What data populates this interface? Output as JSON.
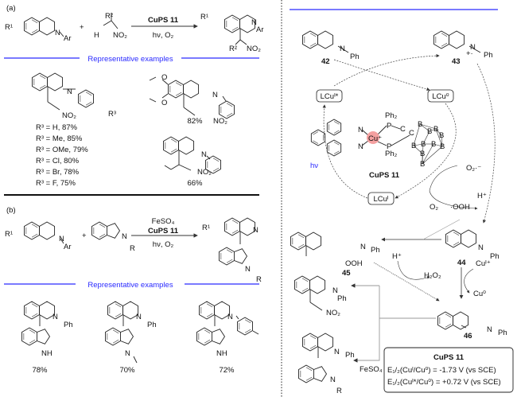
{
  "panel_a": {
    "label": "(a)",
    "reactant_r1": "R¹",
    "reactant_nar": "N",
    "ar": "Ar",
    "plus": "+",
    "nitro_r2": "R²",
    "nitro_h": "H",
    "nitro_no2": "NO₂",
    "catalyst": "CuPS 11",
    "conditions": "hν, O₂",
    "product_r1": "R¹",
    "product_n": "N",
    "product_ar": "Ar",
    "product_r2": "R²",
    "product_no2": "NO₂",
    "examples_header": "Representative examples",
    "example1": {
      "n": "N",
      "no2": "NO₂",
      "r3": "R³"
    },
    "r3_yields": [
      "R³ = H, 87%",
      "R³ = Me, 85%",
      "R³ = OMe, 79%",
      "R³ = Cl, 80%",
      "R³ = Br, 78%",
      "R³  = F, 75%"
    ],
    "example2": {
      "n": "N",
      "no2": "NO₂",
      "o1": "O",
      "o2": "O",
      "yield": "82%"
    },
    "example3": {
      "n": "N",
      "no2": "NO₂",
      "yield": "66%"
    }
  },
  "panel_b": {
    "label": "(b)",
    "reactant_r1": "R¹",
    "n": "N",
    "ar": "Ar",
    "plus": "+",
    "indole_n": "N",
    "indole_r": "R",
    "additive": "FeSO₄",
    "catalyst": "CuPS 11",
    "conditions": "hν, O₂",
    "product_r1": "R¹",
    "product_n": "N",
    "product_ar": "Ar",
    "product_indole_n": "N",
    "product_r": "R",
    "examples_header": "Representative examples",
    "examples": [
      {
        "n": "N",
        "sub": "Ph",
        "indole": "NH",
        "yield": "78%"
      },
      {
        "n": "N",
        "sub": "Ph",
        "indole": "N",
        "yield": "70%"
      },
      {
        "n": "N",
        "sub": "",
        "indole": "NH",
        "yield": "72%"
      }
    ]
  },
  "mechanism": {
    "c42": {
      "n": "N",
      "ph": "Ph",
      "label": "42"
    },
    "c43": {
      "n": "N",
      "plus": "+·",
      "ph": "Ph",
      "label": "43"
    },
    "lcu_excited": "LCuᴵ*",
    "lcu0": "LCu⁰",
    "lcu1": "LCuᴵ",
    "hv": "hν",
    "complex": {
      "ph2_top": "Ph₂",
      "p_top": "P",
      "ph2_bot": "Ph₂",
      "p_bot": "P",
      "cu": "Cu⁺",
      "n1": "N",
      "n2": "N",
      "c1": "C",
      "c2": "C",
      "boron": "B",
      "label": "CuPS 11"
    },
    "o2_radical": "O₂·⁻",
    "o2": "O₂",
    "ooh": "·OOH",
    "h_plus": "H⁺",
    "c44": {
      "n": "N",
      "ph": "Ph",
      "label": "44"
    },
    "cu1_small": "Cuᴵ⁺",
    "cu0": "Cu⁰",
    "c45": {
      "n": "N",
      "ph": "Ph",
      "ooh": "OOH",
      "label": "45"
    },
    "h_plus2": "H⁺",
    "h2o2": "H₂O₂",
    "c46": {
      "n": "N",
      "ph": "Ph",
      "label": "46"
    },
    "nitro_product": {
      "n": "N",
      "ph": "Ph",
      "no2": "NO₂"
    },
    "indole_product": {
      "n": "N",
      "ph": "Ph",
      "indole_n": "N",
      "r": "R"
    },
    "feso4": "FeSO₄"
  },
  "info_box": {
    "title": "CuPS 11",
    "line1": "E₁/₂(Cuᴵ/Cu⁰) = -1.73 V (vs SCE)",
    "line2": "E₁/₂(Cuᴵ*/Cu⁰) = +0.72 V (vs SCE)"
  },
  "colors": {
    "accent_blue": "#2a2aff",
    "cu_highlight": "#f4a0a0"
  }
}
